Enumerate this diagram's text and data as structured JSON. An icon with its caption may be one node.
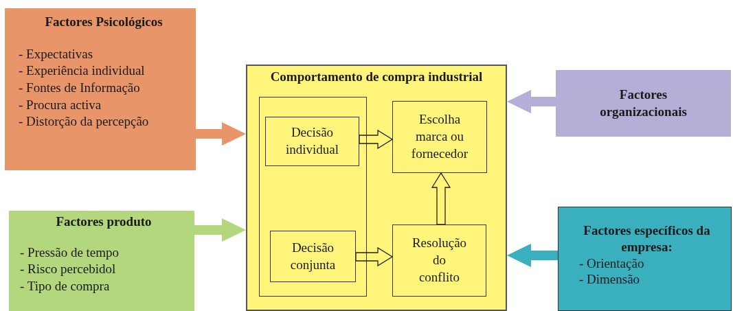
{
  "diagram": {
    "nodes": [
      {
        "text": [
          "Factores Psicológicos",
          "- Expectativas",
          "- Experiência individual",
          "- Fontes de Informação",
          "- Procura activa",
          "- Distorção da percepção"
        ]
      },
      {
        "text": [
          "Factores produto",
          "- Pressão de tempo",
          "- Risco percebidol",
          "- Tipo de compra"
        ]
      },
      {
        "text": [
          "Comportamento de compra industrial"
        ]
      },
      {
        "text": [],
        "shape": "box",
        "in": 2
      },
      {
        "text": [
          "Decisão individual"
        ],
        "in": 3
      },
      {
        "text": [
          "Decisão conjunta"
        ],
        "in": 3
      },
      {
        "text": [
          "Escolha marca ou fornecedor"
        ],
        "in": 2
      },
      {
        "text": [
          "Resolução do conflito"
        ],
        "in": 2
      },
      {
        "text": [
          "Factores organizacionais"
        ]
      },
      {
        "text": [
          "Factores específicos da empresa:",
          "- Orientação",
          "- Dimensão"
        ]
      }
    ],
    "edges": [
      {
        "from": 0,
        "to": 2,
        "arrow": "to",
        "style": "thick",
        "color": "#e9956a"
      },
      {
        "from": 1,
        "to": 2,
        "arrow": "to",
        "style": "thick",
        "color": "#b3d77c"
      },
      {
        "from": 8,
        "to": 2,
        "arrow": "to",
        "style": "thick",
        "color": "#b5aed6"
      },
      {
        "from": 9,
        "to": 2,
        "arrow": "to",
        "style": "thick",
        "color": "#3ab0bf"
      },
      {
        "from": 4,
        "to": 6,
        "arrow": "to"
      },
      {
        "from": 5,
        "to": 7,
        "arrow": "to"
      },
      {
        "from": 7,
        "to": 6,
        "arrow": "to"
      }
    ]
  }
}
